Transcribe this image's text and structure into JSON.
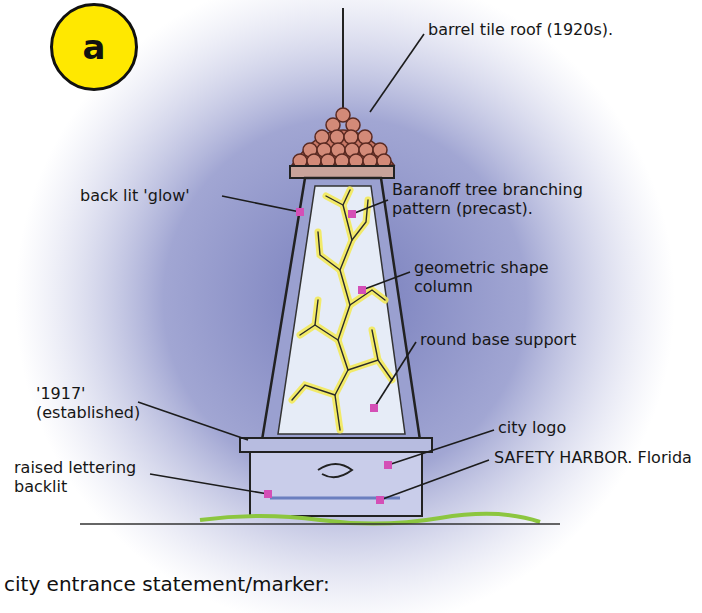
{
  "diagram": {
    "caption": "city entrance statement/marker:",
    "nodes": [
      {
        "text": [
          "a"
        ]
      }
    ],
    "labels": [
      "barrel tile roof (1920s).",
      "back lit 'glow'",
      "Baranoff tree branching pattern (precast).",
      "geometric shape column",
      "round base support",
      "'1917' (established)",
      "city logo",
      "SAFETY HARBOR. Florida",
      "raised lettering backlit"
    ]
  }
}
